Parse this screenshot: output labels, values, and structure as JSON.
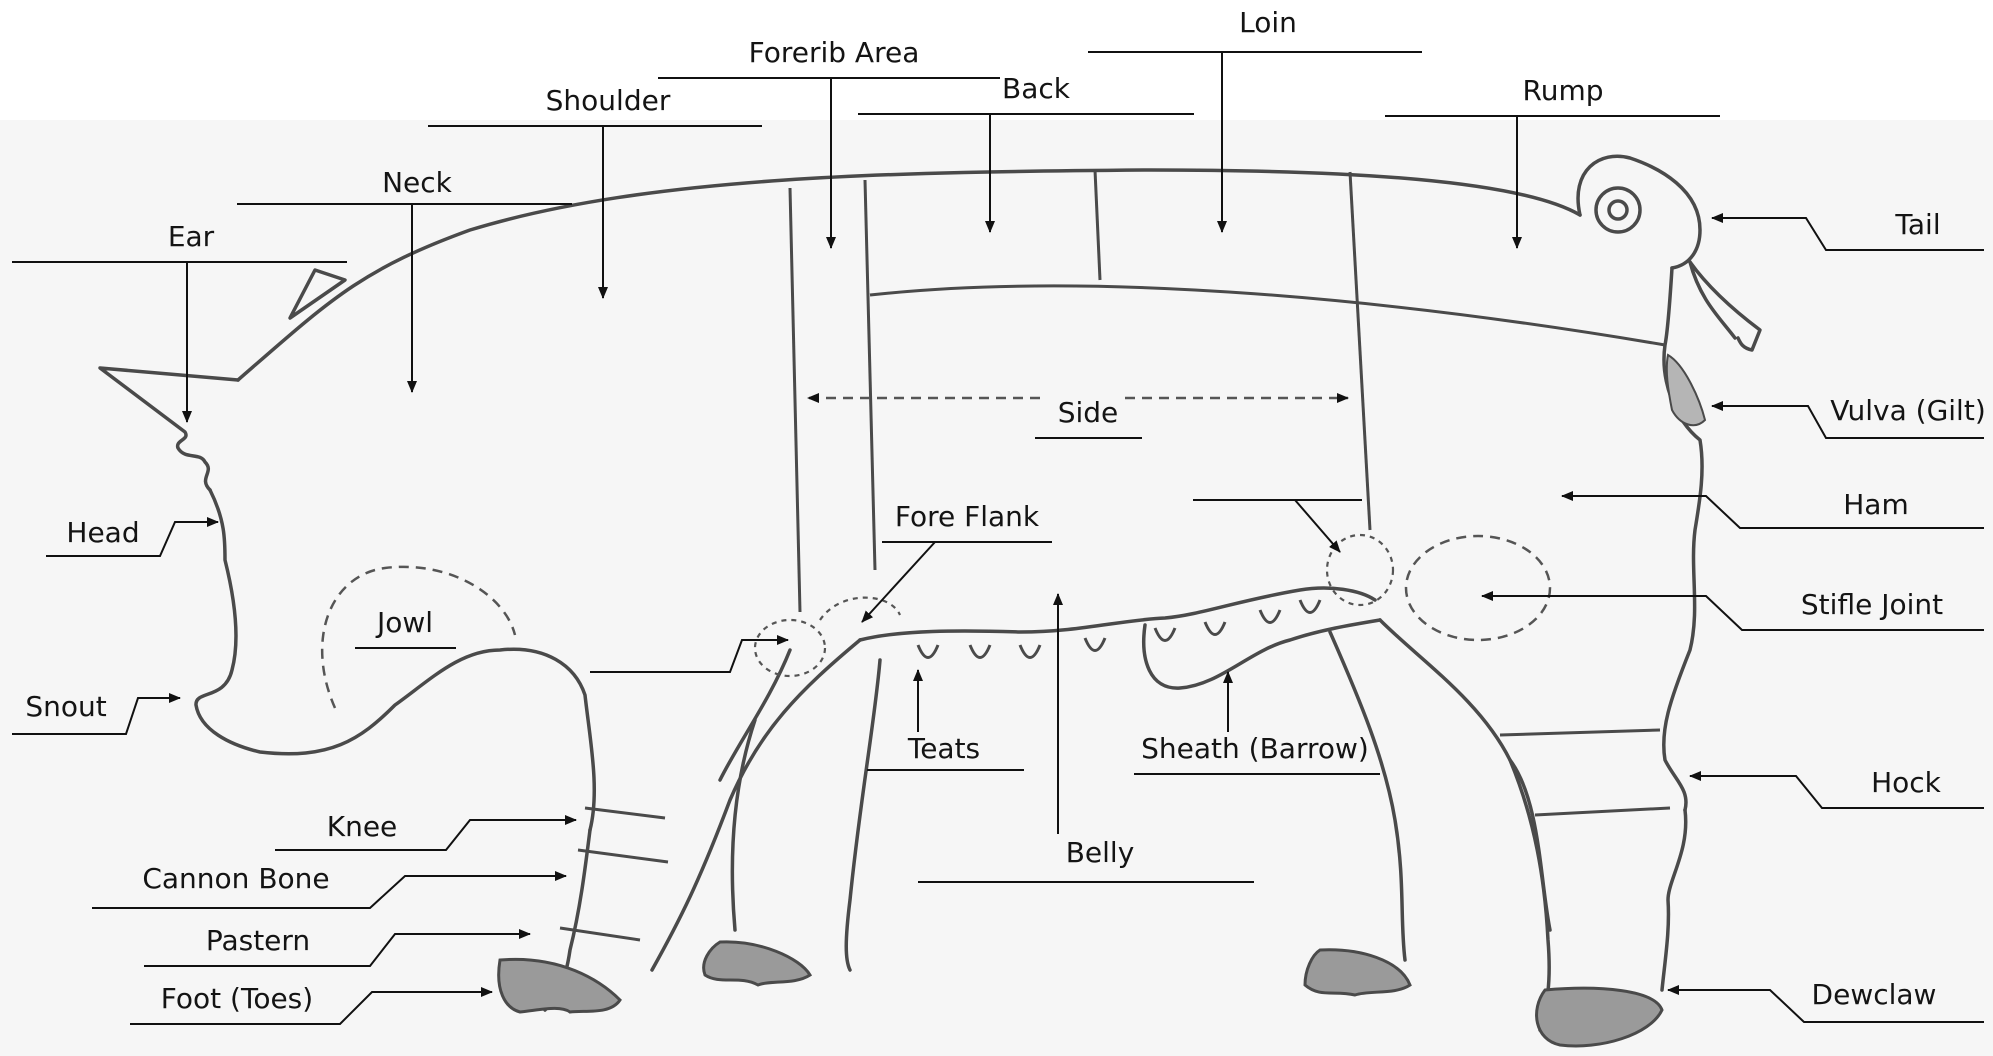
{
  "labels": {
    "loin": "Loin",
    "forerib": "Forerib Area",
    "back": "Back",
    "shoulder": "Shoulder",
    "rump": "Rump",
    "neck": "Neck",
    "ear": "Ear",
    "tail": "Tail",
    "side": "Side",
    "vulva": "Vulva (Gilt)",
    "head": "Head",
    "ham": "Ham",
    "fore_flank": "Fore Flank",
    "stifle_joint": "Stifle Joint",
    "jowl": "Jowl",
    "snout": "Snout",
    "teats": "Teats",
    "sheath": "Sheath (Barrow)",
    "hock": "Hock",
    "knee": "Knee",
    "belly": "Belly",
    "cannon_bone": "Cannon Bone",
    "pastern": "Pastern",
    "foot": "Foot (Toes)",
    "dewclaw": "Dewclaw"
  },
  "colors": {
    "outline": "#4a4a4a",
    "hoof_fill": "#9a9a9a",
    "background": "#f6f6f6",
    "text": "#141414"
  }
}
